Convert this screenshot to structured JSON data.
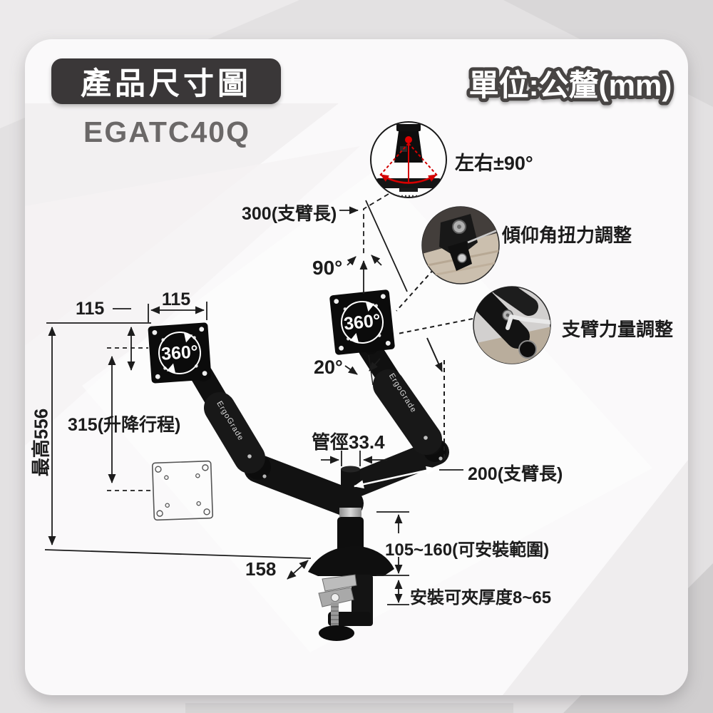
{
  "page": {
    "badge": "產品尺寸圖",
    "model": "EGATC40Q",
    "unit": "單位:公釐(mm)"
  },
  "brand": {
    "name": "ErgoGrade"
  },
  "callouts": {
    "swivel": {
      "label": "左右±90°"
    },
    "tilt": {
      "label": "傾仰角扭力調整"
    },
    "arm_force": {
      "label": "支臂力量調整"
    }
  },
  "dimensions": {
    "upper_arm": "300(支臂長)",
    "angle_up": "90°",
    "vesa_w": "115",
    "vesa_h": "115",
    "rotate_left": "360°",
    "rotate_right": "360°",
    "tilt_angle": "20°",
    "lift_stroke": "315(升降行程)",
    "max_height": "最高556",
    "pole_diameter": "管徑33.4",
    "lower_arm": "200(支臂長)",
    "install_range": "105~160(可安裝範圍)",
    "clamp_range": "安裝可夾厚度8~65",
    "base_depth": "158"
  },
  "colors": {
    "accent_red": "#d40000",
    "badge_bg": "#3a3738",
    "ink": "#1c1c1c",
    "model_gray": "#6b6868"
  }
}
